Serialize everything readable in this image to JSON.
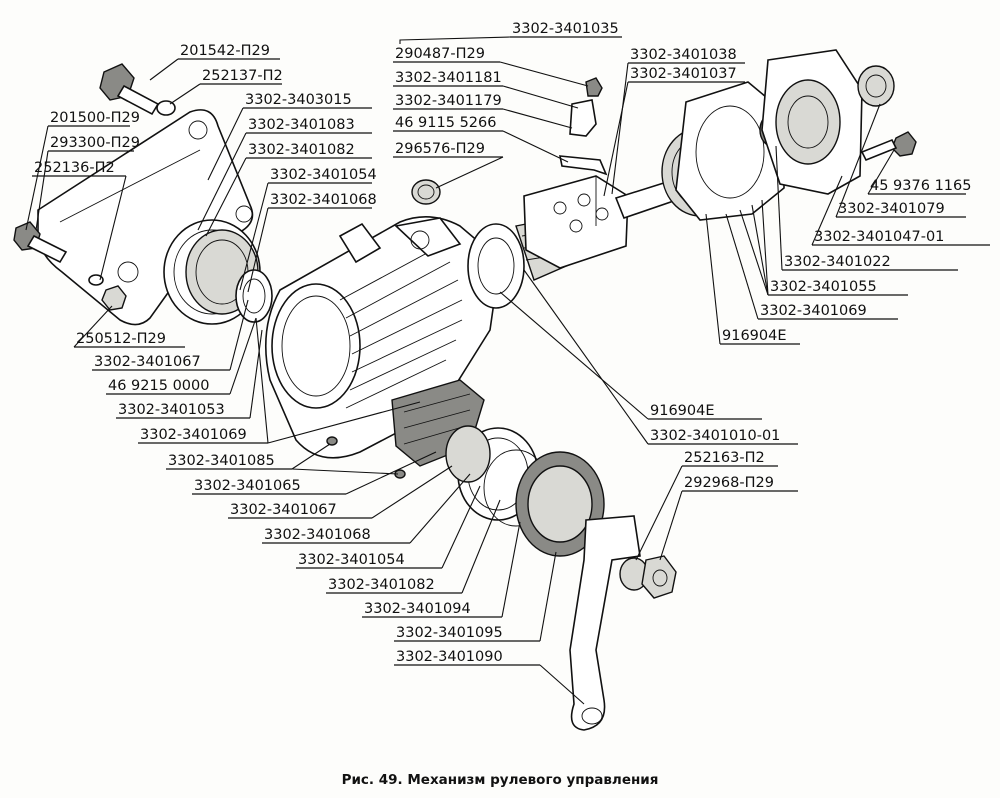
{
  "figure": {
    "caption": "Рис. 49. Механизм рулевого управления"
  },
  "labels": [
    {
      "id": "l01",
      "text": "3302-3401035"
    },
    {
      "id": "l02",
      "text": "290487-П29"
    },
    {
      "id": "l03",
      "text": "3302-3401038"
    },
    {
      "id": "l04",
      "text": "3302-3401037"
    },
    {
      "id": "l05",
      "text": "3302-3401181"
    },
    {
      "id": "l06",
      "text": "3302-3401179"
    },
    {
      "id": "l07",
      "text": "46 9115 5266"
    },
    {
      "id": "l08",
      "text": "296576-П29"
    },
    {
      "id": "l09",
      "text": "201542-П29"
    },
    {
      "id": "l10",
      "text": "252137-П2"
    },
    {
      "id": "l11",
      "text": "3302-3403015"
    },
    {
      "id": "l12",
      "text": "201500-П29"
    },
    {
      "id": "l13",
      "text": "3302-3401083"
    },
    {
      "id": "l14",
      "text": "293300-П29"
    },
    {
      "id": "l15",
      "text": "3302-3401082"
    },
    {
      "id": "l16",
      "text": "252136-П2"
    },
    {
      "id": "l17",
      "text": "3302-3401054"
    },
    {
      "id": "l18",
      "text": "3302-3401068"
    },
    {
      "id": "l19",
      "text": "45 9376 1165"
    },
    {
      "id": "l20",
      "text": "3302-3401079"
    },
    {
      "id": "l21",
      "text": "3302-3401047-01"
    },
    {
      "id": "l22",
      "text": "3302-3401022"
    },
    {
      "id": "l23",
      "text": "3302-3401055"
    },
    {
      "id": "l24",
      "text": "3302-3401069"
    },
    {
      "id": "l25",
      "text": "916904Е"
    },
    {
      "id": "l26",
      "text": "250512-П29"
    },
    {
      "id": "l27",
      "text": "3302-3401067"
    },
    {
      "id": "l28",
      "text": "46 9215 0000"
    },
    {
      "id": "l29",
      "text": "3302-3401053"
    },
    {
      "id": "l30",
      "text": "916904Е"
    },
    {
      "id": "l31",
      "text": "3302-3401069"
    },
    {
      "id": "l32",
      "text": "3302-3401010-01"
    },
    {
      "id": "l33",
      "text": "3302-3401085"
    },
    {
      "id": "l34",
      "text": "252163-П2"
    },
    {
      "id": "l35",
      "text": "3302-3401065"
    },
    {
      "id": "l36",
      "text": "292968-П29"
    },
    {
      "id": "l37",
      "text": "3302-3401067"
    },
    {
      "id": "l38",
      "text": "3302-3401068"
    },
    {
      "id": "l39",
      "text": "3302-3401054"
    },
    {
      "id": "l40",
      "text": "3302-3401082"
    },
    {
      "id": "l41",
      "text": "3302-3401094"
    },
    {
      "id": "l42",
      "text": "3302-3401095"
    },
    {
      "id": "l43",
      "text": "3302-3401090"
    }
  ]
}
